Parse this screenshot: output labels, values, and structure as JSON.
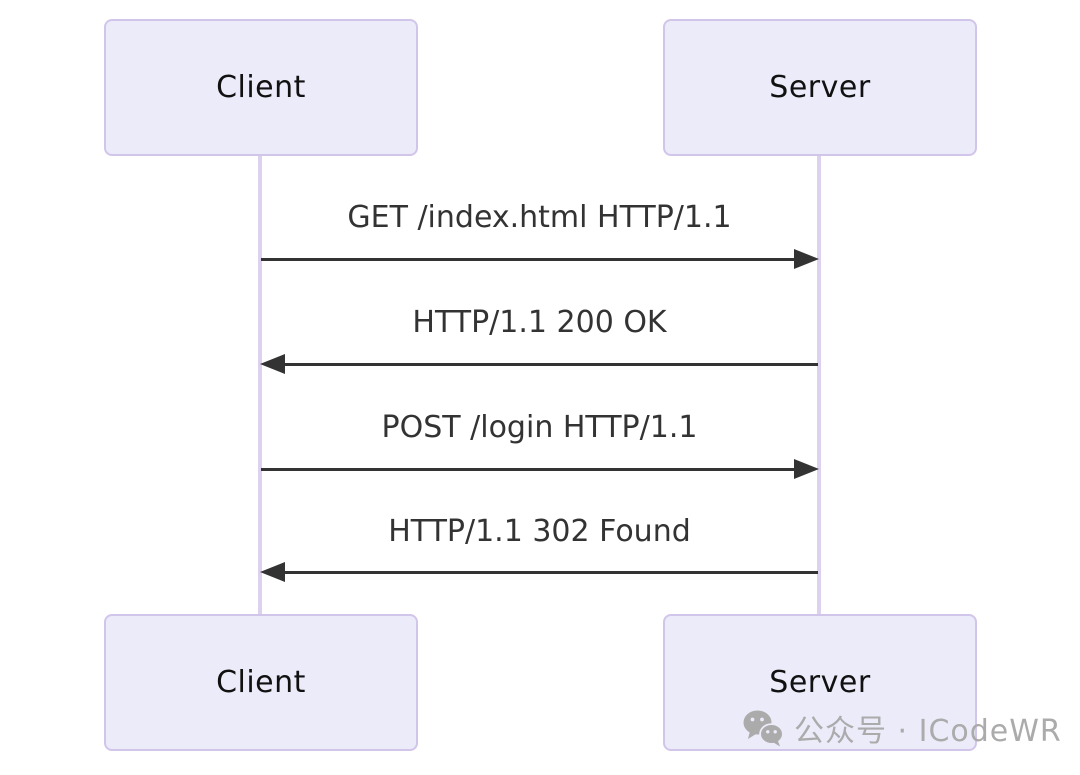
{
  "diagram": {
    "type": "sequence",
    "actors": [
      {
        "id": "client",
        "label": "Client"
      },
      {
        "id": "server",
        "label": "Server"
      }
    ],
    "messages": [
      {
        "from": "client",
        "to": "server",
        "direction": "right",
        "label": "GET /index.html HTTP/1.1"
      },
      {
        "from": "server",
        "to": "client",
        "direction": "left",
        "label": "HTTP/1.1 200 OK"
      },
      {
        "from": "client",
        "to": "server",
        "direction": "right",
        "label": "POST /login HTTP/1.1"
      },
      {
        "from": "server",
        "to": "client",
        "direction": "left",
        "label": "HTTP/1.1 302 Found"
      }
    ],
    "colors": {
      "actor_fill": "#ECEBFA",
      "actor_border": "#D2C5EA",
      "lifeline": "#DCD2EE",
      "arrow": "#333333",
      "message_text": "#333333",
      "background": "#ffffff"
    }
  },
  "watermark": {
    "icon": "wechat-icon",
    "text": "公众号 · ICodeWR",
    "color": "#ABABAB"
  }
}
